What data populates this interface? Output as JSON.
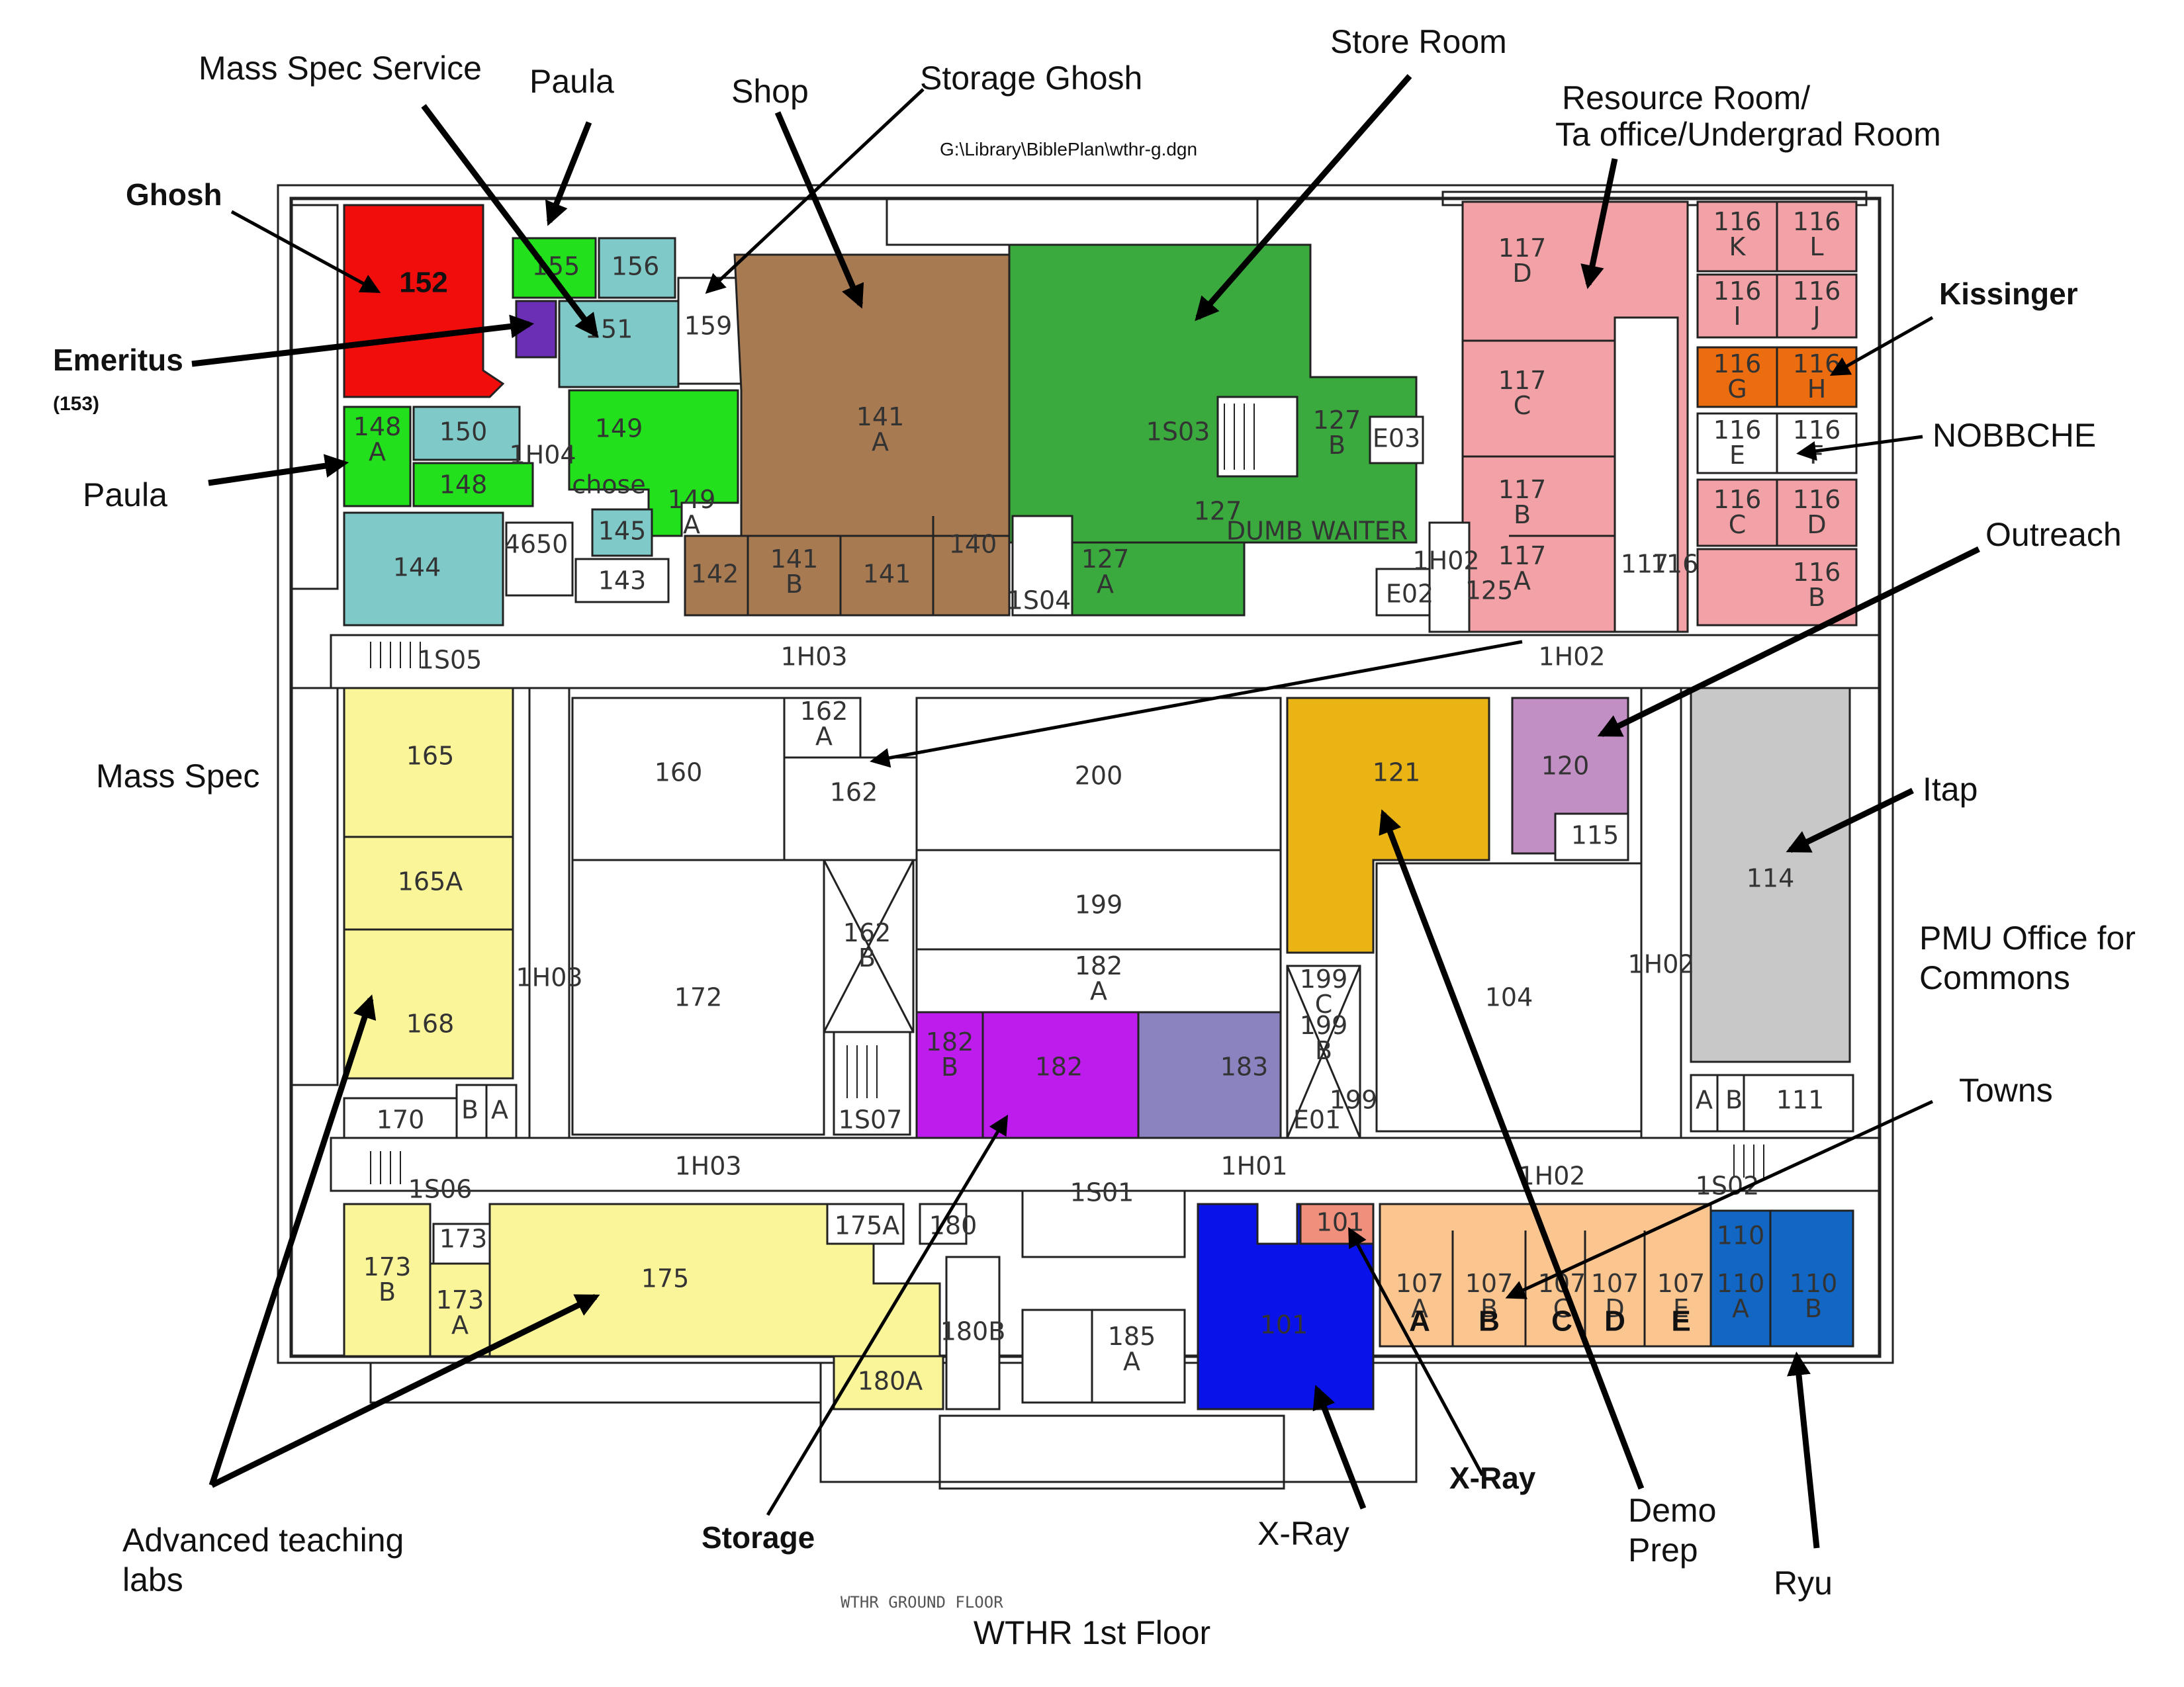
{
  "map": {
    "title": "WTHR 1st Floor",
    "file_path": "G:\\Library\\BiblePlan\\wthr-g.dgn",
    "footer_text": "WTHR GROUND FLOOR"
  },
  "colors": {
    "red": "#f20d0d",
    "green_bright": "#22e01c",
    "teal": "#7fcac8",
    "purple_dark": "#6b2fb5",
    "brown": "#a87a52",
    "green_store": "#3aaa3e",
    "pink": "#f2a2a6",
    "orange": "#ec6d0f",
    "yellow_pale": "#fbf59a",
    "gold": "#eab415",
    "lavender": "#c28fc4",
    "gray": "#c8c8c8",
    "magenta": "#bd1ced",
    "periwinkle": "#8b82c0",
    "blue": "#0a12ea",
    "salmon": "#ef8f7c",
    "peach": "#fbc58f",
    "blue_mid": "#1267c4"
  },
  "rooms": [
    {
      "label": "152",
      "bold": true
    },
    {
      "label": "155"
    },
    {
      "label": "156"
    },
    {
      "label": "151"
    },
    {
      "label": "159"
    },
    {
      "label": "150"
    },
    {
      "label": "148 A"
    },
    {
      "label": "148"
    },
    {
      "label": "149"
    },
    {
      "label": "chose"
    },
    {
      "label": "1H04"
    },
    {
      "label": "145"
    },
    {
      "label": "143"
    },
    {
      "label": "144"
    },
    {
      "label": "4650"
    },
    {
      "label": "149 A"
    },
    {
      "label": "141 A"
    },
    {
      "label": "142"
    },
    {
      "label": "141 B"
    },
    {
      "label": "141"
    },
    {
      "label": "140"
    },
    {
      "label": "1S03"
    },
    {
      "label": "127 B"
    },
    {
      "label": "E03"
    },
    {
      "label": "127"
    },
    {
      "label": "127 A"
    },
    {
      "label": "DUMB WAITER"
    },
    {
      "label": "1S04"
    },
    {
      "label": "E02"
    },
    {
      "label": "1H02"
    },
    {
      "label": "125"
    },
    {
      "label": "117 D"
    },
    {
      "label": "117 C"
    },
    {
      "label": "117 B"
    },
    {
      "label": "117 A"
    },
    {
      "label": "117"
    },
    {
      "label": "116"
    },
    {
      "label": "116 K"
    },
    {
      "label": "116 L"
    },
    {
      "label": "116 I"
    },
    {
      "label": "116 J"
    },
    {
      "label": "116 G"
    },
    {
      "label": "116 H"
    },
    {
      "label": "116 E"
    },
    {
      "label": "116 F"
    },
    {
      "label": "116 C"
    },
    {
      "label": "116 D"
    },
    {
      "label": "116 B"
    },
    {
      "label": "1S05"
    },
    {
      "label": "1H03"
    },
    {
      "label": "1H02"
    },
    {
      "label": "165"
    },
    {
      "label": "165A"
    },
    {
      "label": "168"
    },
    {
      "label": "1H03"
    },
    {
      "label": "160"
    },
    {
      "label": "162 A"
    },
    {
      "label": "162"
    },
    {
      "label": "200"
    },
    {
      "label": "121"
    },
    {
      "label": "120"
    },
    {
      "label": "115"
    },
    {
      "label": "114"
    },
    {
      "label": "172"
    },
    {
      "label": "162 B"
    },
    {
      "label": "199"
    },
    {
      "label": "182 A"
    },
    {
      "label": "104"
    },
    {
      "label": "1H02"
    },
    {
      "label": "182 B"
    },
    {
      "label": "182"
    },
    {
      "label": "183"
    },
    {
      "label": "199 C"
    },
    {
      "label": "199 B"
    },
    {
      "label": "E01"
    },
    {
      "label": "199"
    },
    {
      "label": "170"
    },
    {
      "label": "B"
    },
    {
      "label": "A"
    },
    {
      "label": "1S07"
    },
    {
      "label": "A"
    },
    {
      "label": "B"
    },
    {
      "label": "111"
    },
    {
      "label": "1S06"
    },
    {
      "label": "1H03"
    },
    {
      "label": "1S01"
    },
    {
      "label": "1H01"
    },
    {
      "label": "1H02"
    },
    {
      "label": "1S02"
    },
    {
      "label": "173 B"
    },
    {
      "label": "173"
    },
    {
      "label": "173 A"
    },
    {
      "label": "175"
    },
    {
      "label": "175A"
    },
    {
      "label": "180"
    },
    {
      "label": "180B"
    },
    {
      "label": "180A"
    },
    {
      "label": "185 A"
    },
    {
      "label": "101"
    },
    {
      "label": "101"
    },
    {
      "label": "107 A"
    },
    {
      "label": "107 B"
    },
    {
      "label": "107 C"
    },
    {
      "label": "107 D"
    },
    {
      "label": "107 E"
    },
    {
      "label": "110 A"
    },
    {
      "label": "110 B"
    },
    {
      "label": "110"
    }
  ],
  "annotations": [
    {
      "text": "Mass Spec Service",
      "style": "normal"
    },
    {
      "text": "Paula",
      "style": "normal"
    },
    {
      "text": "Shop",
      "style": "normal"
    },
    {
      "text": "Storage Ghosh",
      "style": "normal"
    },
    {
      "text": "Store Room",
      "style": "normal"
    },
    {
      "text": "Resource Room/",
      "style": "normal"
    },
    {
      "text": "Ta office/Undergrad Room",
      "style": "normal"
    },
    {
      "text": "Ghosh",
      "style": "bold"
    },
    {
      "text": "Emeritus",
      "style": "bold"
    },
    {
      "text": "(153)",
      "style": "small-bold"
    },
    {
      "text": "Paula",
      "style": "normal"
    },
    {
      "text": "Kissinger",
      "style": "bold"
    },
    {
      "text": "NOBBCHE",
      "style": "normal"
    },
    {
      "text": "Outreach",
      "style": "normal"
    },
    {
      "text": "Mass Spec",
      "style": "normal"
    },
    {
      "text": "Itap",
      "style": "normal"
    },
    {
      "text": "PMU Office for",
      "style": "normal"
    },
    {
      "text": "Commons",
      "style": "normal"
    },
    {
      "text": "Towns",
      "style": "normal"
    },
    {
      "text": "Advanced teaching",
      "style": "normal"
    },
    {
      "text": "labs",
      "style": "normal"
    },
    {
      "text": "Storage",
      "style": "bold"
    },
    {
      "text": "X-Ray",
      "style": "normal"
    },
    {
      "text": "X-Ray",
      "style": "bold"
    },
    {
      "text": "Demo",
      "style": "normal"
    },
    {
      "text": "Prep",
      "style": "normal"
    },
    {
      "text": "Ryu",
      "style": "normal"
    }
  ],
  "bold_letters_107": [
    "A",
    "B",
    "C",
    "D",
    "E"
  ]
}
